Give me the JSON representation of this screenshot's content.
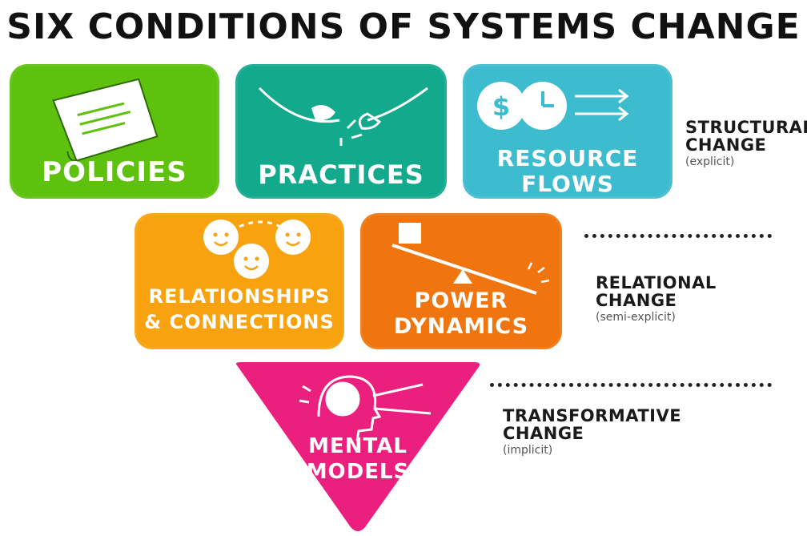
{
  "title": "SIX CONDITIONS OF SYSTEMS CHANGE",
  "conditions": {
    "policies": {
      "label": "POLICIES",
      "color": "#5DC10E"
    },
    "practices": {
      "label": "PRACTICES",
      "color": "#13A98C"
    },
    "resource_flows": {
      "label": "RESOURCE FLOWS",
      "line1": "RESOURCE",
      "line2": "FLOWS",
      "color": "#3EBCCF"
    },
    "relationships": {
      "label": "RELATIONSHIPS & CONNECTIONS",
      "line1": "RELATIONSHIPS",
      "line2": "& CONNECTIONS",
      "color": "#F7A20E"
    },
    "power_dynamics": {
      "label": "POWER DYNAMICS",
      "line1": "POWER",
      "line2": "DYNAMICS",
      "color": "#F0750E"
    },
    "mental_models": {
      "label": "MENTAL MODELS",
      "line1": "MENTAL",
      "line2": "MODELS",
      "color": "#EA1F7E"
    }
  },
  "levels": {
    "structural": {
      "label": "STRUCTURAL\nCHANGE",
      "note": "(explicit)"
    },
    "relational": {
      "label": "RELATIONAL\nCHANGE",
      "note": "(semi-explicit)"
    },
    "transformative": {
      "label": "TRANSFORMATIVE\nCHANGE",
      "note": "(implicit)"
    }
  },
  "icons": [
    "document-icon",
    "handshake-icon",
    "dollar-coin-icon",
    "clock-coin-icon",
    "arrow-icon",
    "smiley-faces-icon",
    "seesaw-icon",
    "brain-head-icon"
  ]
}
